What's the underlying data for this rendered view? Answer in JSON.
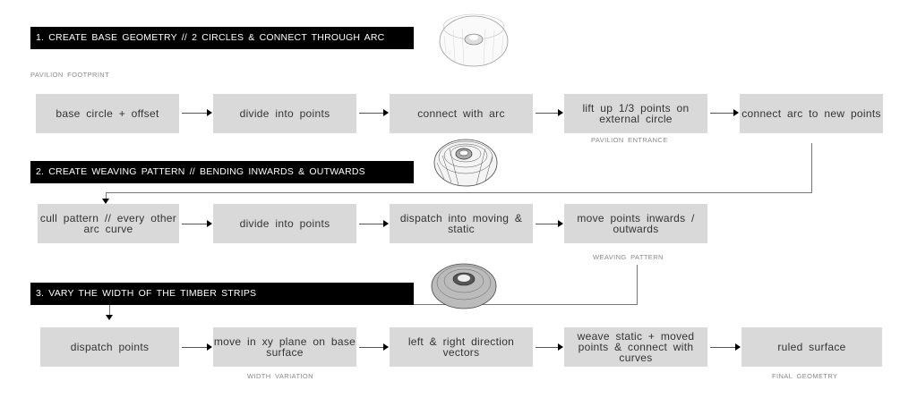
{
  "sections": [
    {
      "title": "1. CREATE BASE GEOMETRY // 2 CIRCLES & CONNECT THROUGH ARC",
      "label": "PAVILION FOOTPRINT",
      "steps": [
        "base circle + offset",
        "divide into points",
        "connect with arc",
        "lift up 1/3 points on external circle",
        "connect arc to new points"
      ],
      "step_notes": {
        "3": "PAVILION ENTRANCE"
      }
    },
    {
      "title": "2. CREATE WEAVING PATTERN // BENDING INWARDS & OUTWARDS",
      "steps": [
        "cull pattern // every other arc curve",
        "divide into points",
        "dispatch into moving & static",
        "move points inwards / outwards"
      ],
      "step_notes": {
        "3": "WEAVING PATTERN"
      }
    },
    {
      "title": "3. VARY THE WIDTH OF THE TIMBER STRIPS",
      "steps": [
        "dispatch points",
        "move in xy plane on base surface",
        "left & right direction vectors",
        "weave static + moved points & connect with curves",
        "ruled surface"
      ],
      "step_notes": {
        "1": "WIDTH VARIATION",
        "4": "FINAL GEOMETRY"
      }
    }
  ]
}
